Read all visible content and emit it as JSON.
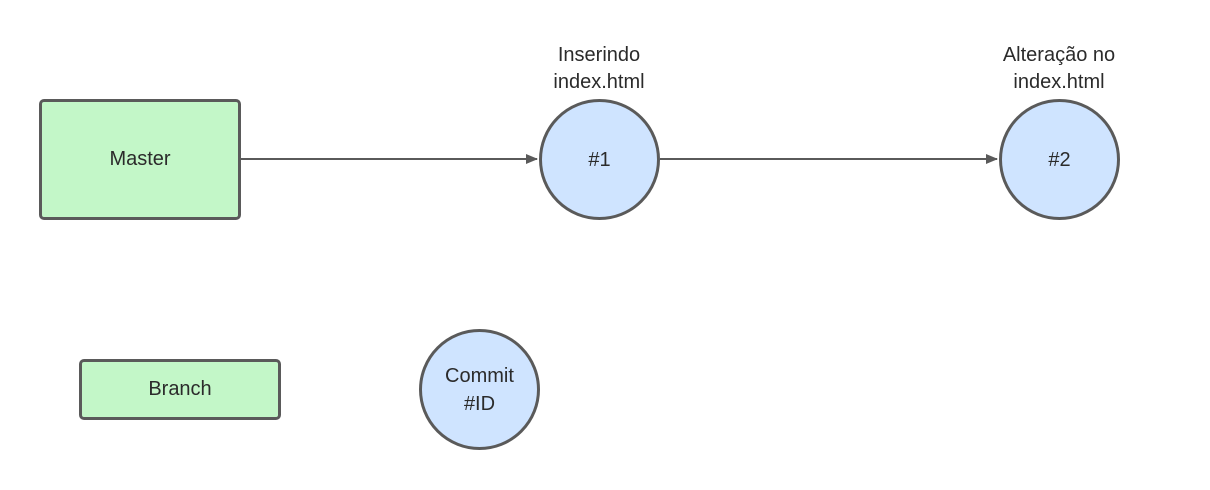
{
  "colors": {
    "branch_fill": "#c3f7c8",
    "commit_fill": "#cfe4ff",
    "stroke": "#5a5a5a",
    "text": "#2b2b2b"
  },
  "diagram": {
    "master": {
      "label": "Master"
    },
    "commits": [
      {
        "id": "#1",
        "label_lines": [
          "Inserindo",
          "index.html"
        ]
      },
      {
        "id": "#2",
        "label_lines": [
          "Alteração no",
          "index.html"
        ]
      }
    ]
  },
  "legend": {
    "branch_label": "Branch",
    "commit_lines": [
      "Commit",
      "#ID"
    ]
  }
}
